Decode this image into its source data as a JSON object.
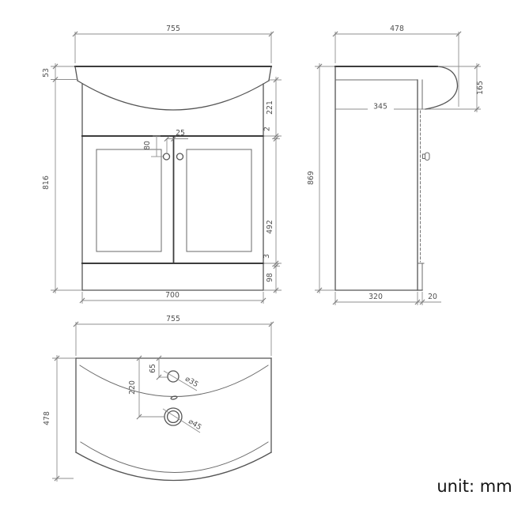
{
  "title": "vanity-unit-technical-drawing",
  "unit": {
    "label": "unit: mm"
  },
  "colors": {
    "outline": "#555555",
    "heavy_line": "#3d3d3d",
    "dimension_line": "#8f8f8f",
    "text": "#4f4f4f",
    "background": "#ffffff"
  },
  "front": {
    "overall_width": "755",
    "basin_lip_height": "53",
    "body_height": "816",
    "basin_to_door_top": "221",
    "door_top_gap": "2",
    "door_height": "492",
    "door_bottom_gap": "3",
    "plinth_height": "98",
    "carcass_width": "700",
    "handle_down_offset": "80",
    "handle_side_offset": "25"
  },
  "side": {
    "overall_depth": "478",
    "basin_lip_drop": "165",
    "basin_underside_depth": "345",
    "overall_height": "869",
    "carcass_depth": "320",
    "door_thickness": "20"
  },
  "top": {
    "overall_width": "755",
    "overall_depth": "478",
    "tap_hole_offset": "65",
    "waste_hole_offset": "220",
    "tap_hole_diameter": "⌀35",
    "waste_hole_diameter": "⌀45"
  }
}
